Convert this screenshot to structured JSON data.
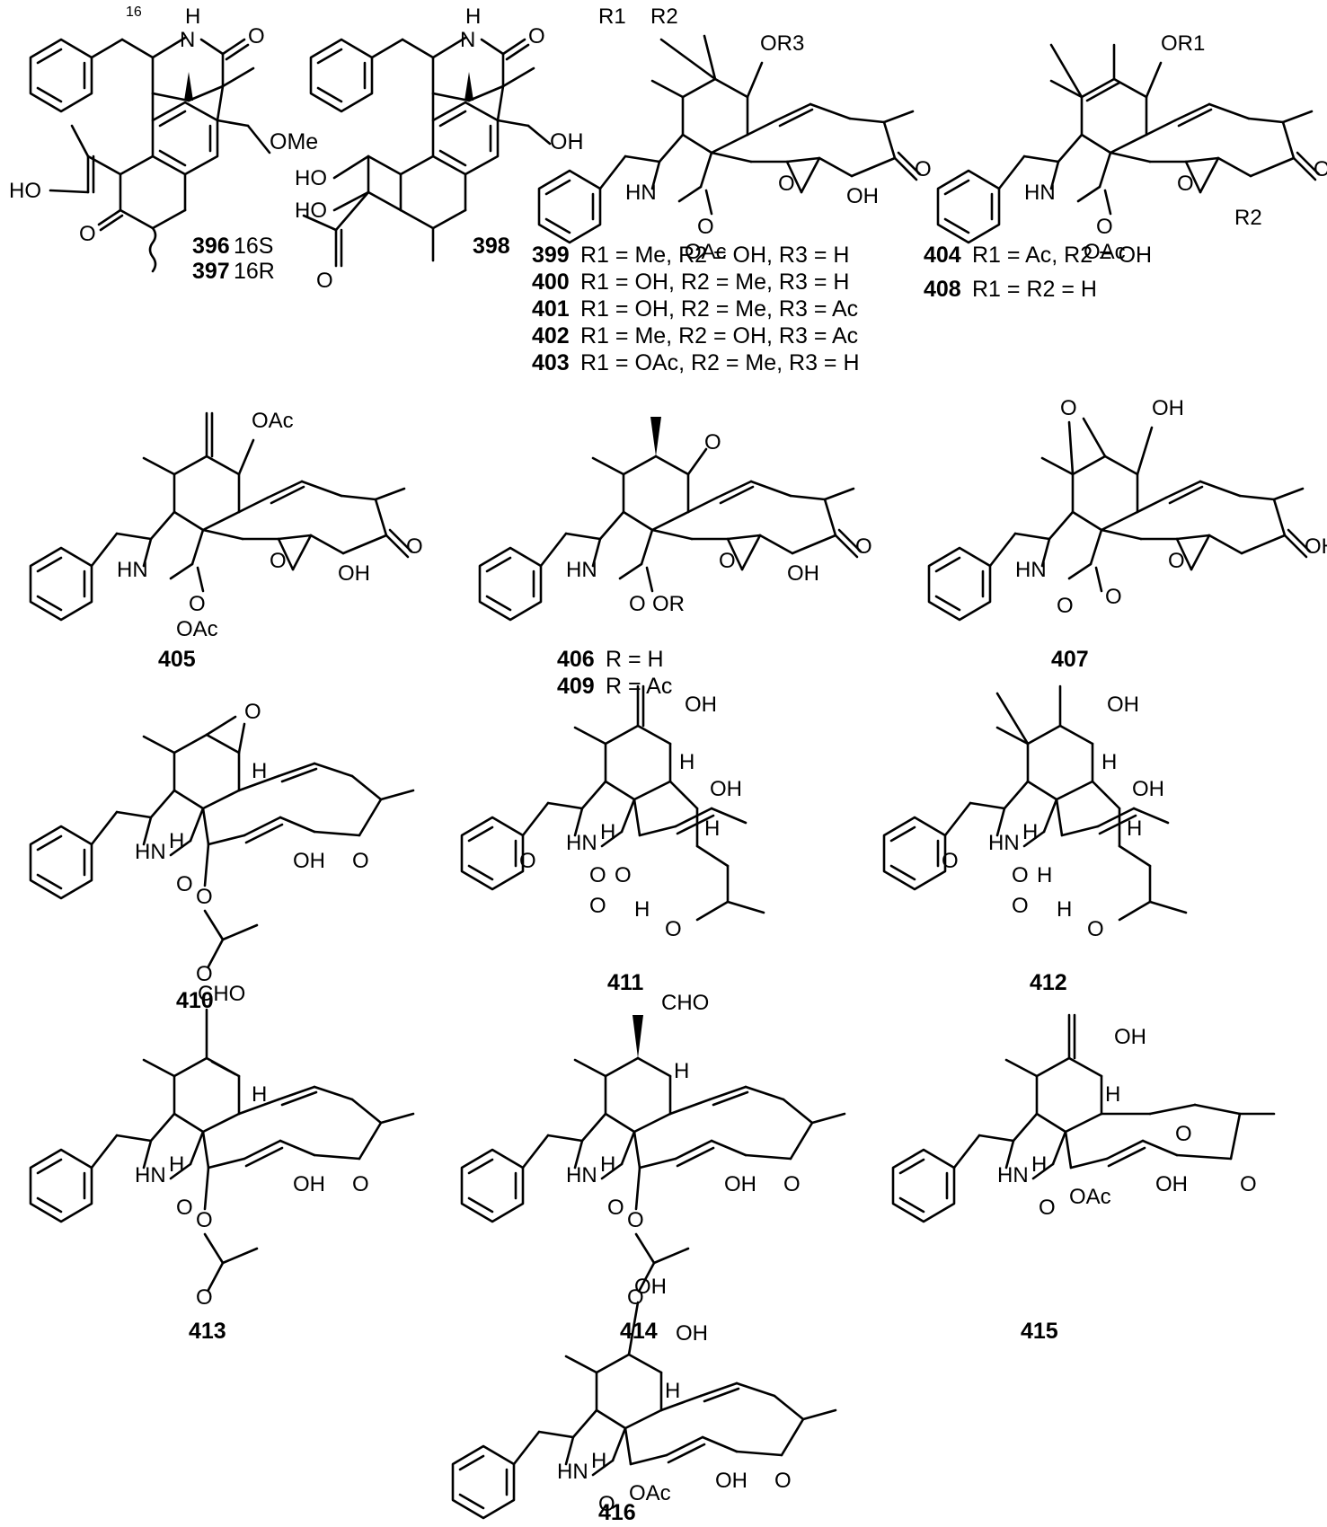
{
  "compounds": [
    {
      "id": "396",
      "config": "16S"
    },
    {
      "id": "397",
      "config": "16R"
    },
    {
      "id": "398"
    },
    {
      "id": "399",
      "desc": "R1 = Me, R2 = OH, R3 = H"
    },
    {
      "id": "400",
      "desc": "R1 = OH, R2 = Me, R3 = H"
    },
    {
      "id": "401",
      "desc": "R1 = OH, R2 = Me, R3 = Ac"
    },
    {
      "id": "402",
      "desc": "R1 = Me, R2 = OH, R3 = Ac"
    },
    {
      "id": "403",
      "desc": "R1 = OAc, R2 = Me, R3 = H"
    },
    {
      "id": "404",
      "desc": "R1 = Ac, R2 = OH"
    },
    {
      "id": "408",
      "desc": "R1 = R2 = H"
    },
    {
      "id": "405"
    },
    {
      "id": "406",
      "desc": "R = H"
    },
    {
      "id": "409",
      "desc": "R = Ac"
    },
    {
      "id": "407"
    },
    {
      "id": "410"
    },
    {
      "id": "411"
    },
    {
      "id": "412"
    },
    {
      "id": "413"
    },
    {
      "id": "414"
    },
    {
      "id": "415"
    },
    {
      "id": "416"
    }
  ],
  "atoms": {
    "h": "H",
    "n": "N",
    "o": "O",
    "oh": "OH",
    "ho": "HO",
    "ome": "OMe",
    "hn": "HN",
    "oac": "OAc",
    "cho": "CHO",
    "or": "OR",
    "or1": "OR1",
    "or3": "OR3",
    "r1": "R1",
    "r2": "R2",
    "position": "16"
  }
}
